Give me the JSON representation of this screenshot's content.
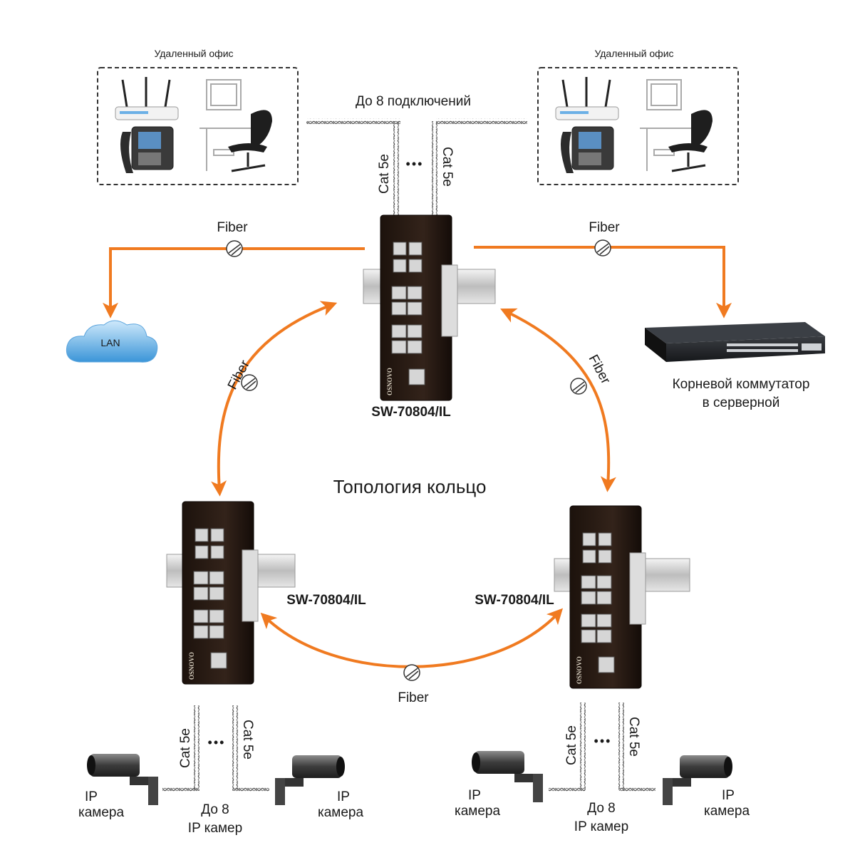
{
  "offices": {
    "left_title": "Удаленный офис",
    "right_title": "Удаленный офис"
  },
  "top": {
    "connections_label": "До 8 подключений",
    "cable_left": "Cat 5e",
    "cable_right": "Cat 5e",
    "dots": "•••"
  },
  "links": {
    "fiber_left": "Fiber",
    "fiber_right": "Fiber",
    "fiber_ring_left": "Fiber",
    "fiber_ring_right": "Fiber",
    "fiber_bottom": "Fiber"
  },
  "lan": {
    "label": "LAN"
  },
  "core_switch": {
    "line1": "Корневой коммутатор",
    "line2": "в серверной"
  },
  "switches": {
    "top": {
      "model": "SW-70804/IL",
      "brand": "OSNOVO"
    },
    "left": {
      "model": "SW-70804/IL",
      "brand": "OSNOVO"
    },
    "right": {
      "model": "SW-70804/IL",
      "brand": "OSNOVO"
    }
  },
  "ring_title": "Топология кольцо",
  "bottom_left": {
    "cable_left": "Cat 5e",
    "cable_right": "Cat 5e",
    "dots": "•••",
    "camera_left_line1": "IP",
    "camera_left_line2": "камера",
    "camera_right_line1": "IP",
    "camera_right_line2": "камера",
    "count_line1": "До 8",
    "count_line2": "IP камер"
  },
  "bottom_right": {
    "cable_left": "Cat 5e",
    "cable_right": "Cat 5e",
    "dots": "•••",
    "camera_left_line1": "IP",
    "camera_left_line2": "камера",
    "camera_right_line1": "IP",
    "camera_right_line2": "камера",
    "count_line1": "До 8",
    "count_line2": "IP камер"
  },
  "colors": {
    "fiber": "#f07a20",
    "switch_body": "#2a1a12",
    "dashed_box": "#333333"
  }
}
